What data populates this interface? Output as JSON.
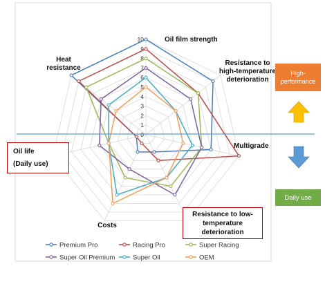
{
  "chart_data": {
    "type": "radar",
    "axes": [
      "Oil film strength",
      "Resistance to high-temperature deterioration",
      "Multigrade",
      "Resistance to low-temperature deterioration",
      "Costs",
      "Oil life (Daily use)",
      "Heat resistance"
    ],
    "axis_label_lines": [
      [
        "Oil film strength"
      ],
      [
        "Resistance to",
        "high-temperature",
        "deterioration"
      ],
      [
        "Multigrade"
      ],
      [
        "Resistance to low-",
        "temperature",
        "deterioration"
      ],
      [
        "Costs"
      ],
      [
        "Oil life",
        "(Daily use)"
      ],
      [
        "Heat",
        "resistance"
      ]
    ],
    "rlim": [
      0,
      10
    ],
    "ticks": [
      "0",
      "1",
      "2",
      "3",
      "4",
      "5",
      "6",
      "7",
      "8",
      "9",
      "10"
    ],
    "series": [
      {
        "name": "Premium Pro",
        "color": "#4a7ebb",
        "values": [
          10,
          9,
          7,
          2,
          2,
          1,
          10
        ]
      },
      {
        "name": "Racing Pro",
        "color": "#be4b48",
        "values": [
          9,
          7,
          10,
          3,
          1,
          1,
          9
        ]
      },
      {
        "name": "Super Racing",
        "color": "#98b954",
        "values": [
          8,
          7,
          6,
          6,
          5,
          4,
          8
        ]
      },
      {
        "name": "Super Oil Premium",
        "color": "#7d60a0",
        "values": [
          7,
          6,
          6,
          7,
          4,
          5,
          6
        ]
      },
      {
        "name": "Super Oil",
        "color": "#46aac5",
        "values": [
          6,
          4,
          5,
          5,
          7,
          4,
          5
        ]
      },
      {
        "name": "OEM",
        "color": "#f59d56",
        "values": [
          5,
          4,
          4,
          5,
          8,
          4,
          4
        ]
      }
    ],
    "legend_position": "bottom",
    "grid": true
  },
  "annotations": {
    "high_performance": "High-performance",
    "daily_use": "Daily use",
    "oil_life_line1": "Oil life",
    "oil_life_line2": "(Daily use)",
    "low_temp_text": "Resistance to low-temperature deterioration"
  },
  "colors": {
    "high_performance_box": "#ed7d31",
    "daily_use_box": "#70ad47",
    "arrow_up": "#ffc000",
    "arrow_down": "#5b9bd5",
    "divider_line": "#5b9bd5",
    "highlight_border": "#c00000"
  }
}
